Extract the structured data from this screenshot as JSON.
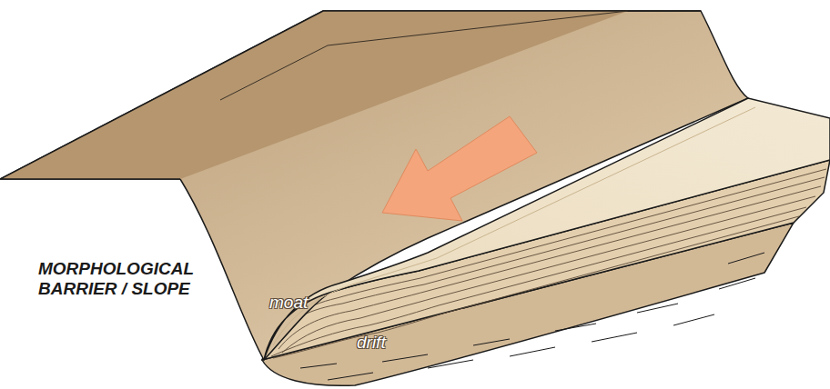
{
  "diagram": {
    "labels": [
      "MORPHOLOGICAL BARRIER / SLOPE",
      "moat",
      "drift"
    ]
  }
}
